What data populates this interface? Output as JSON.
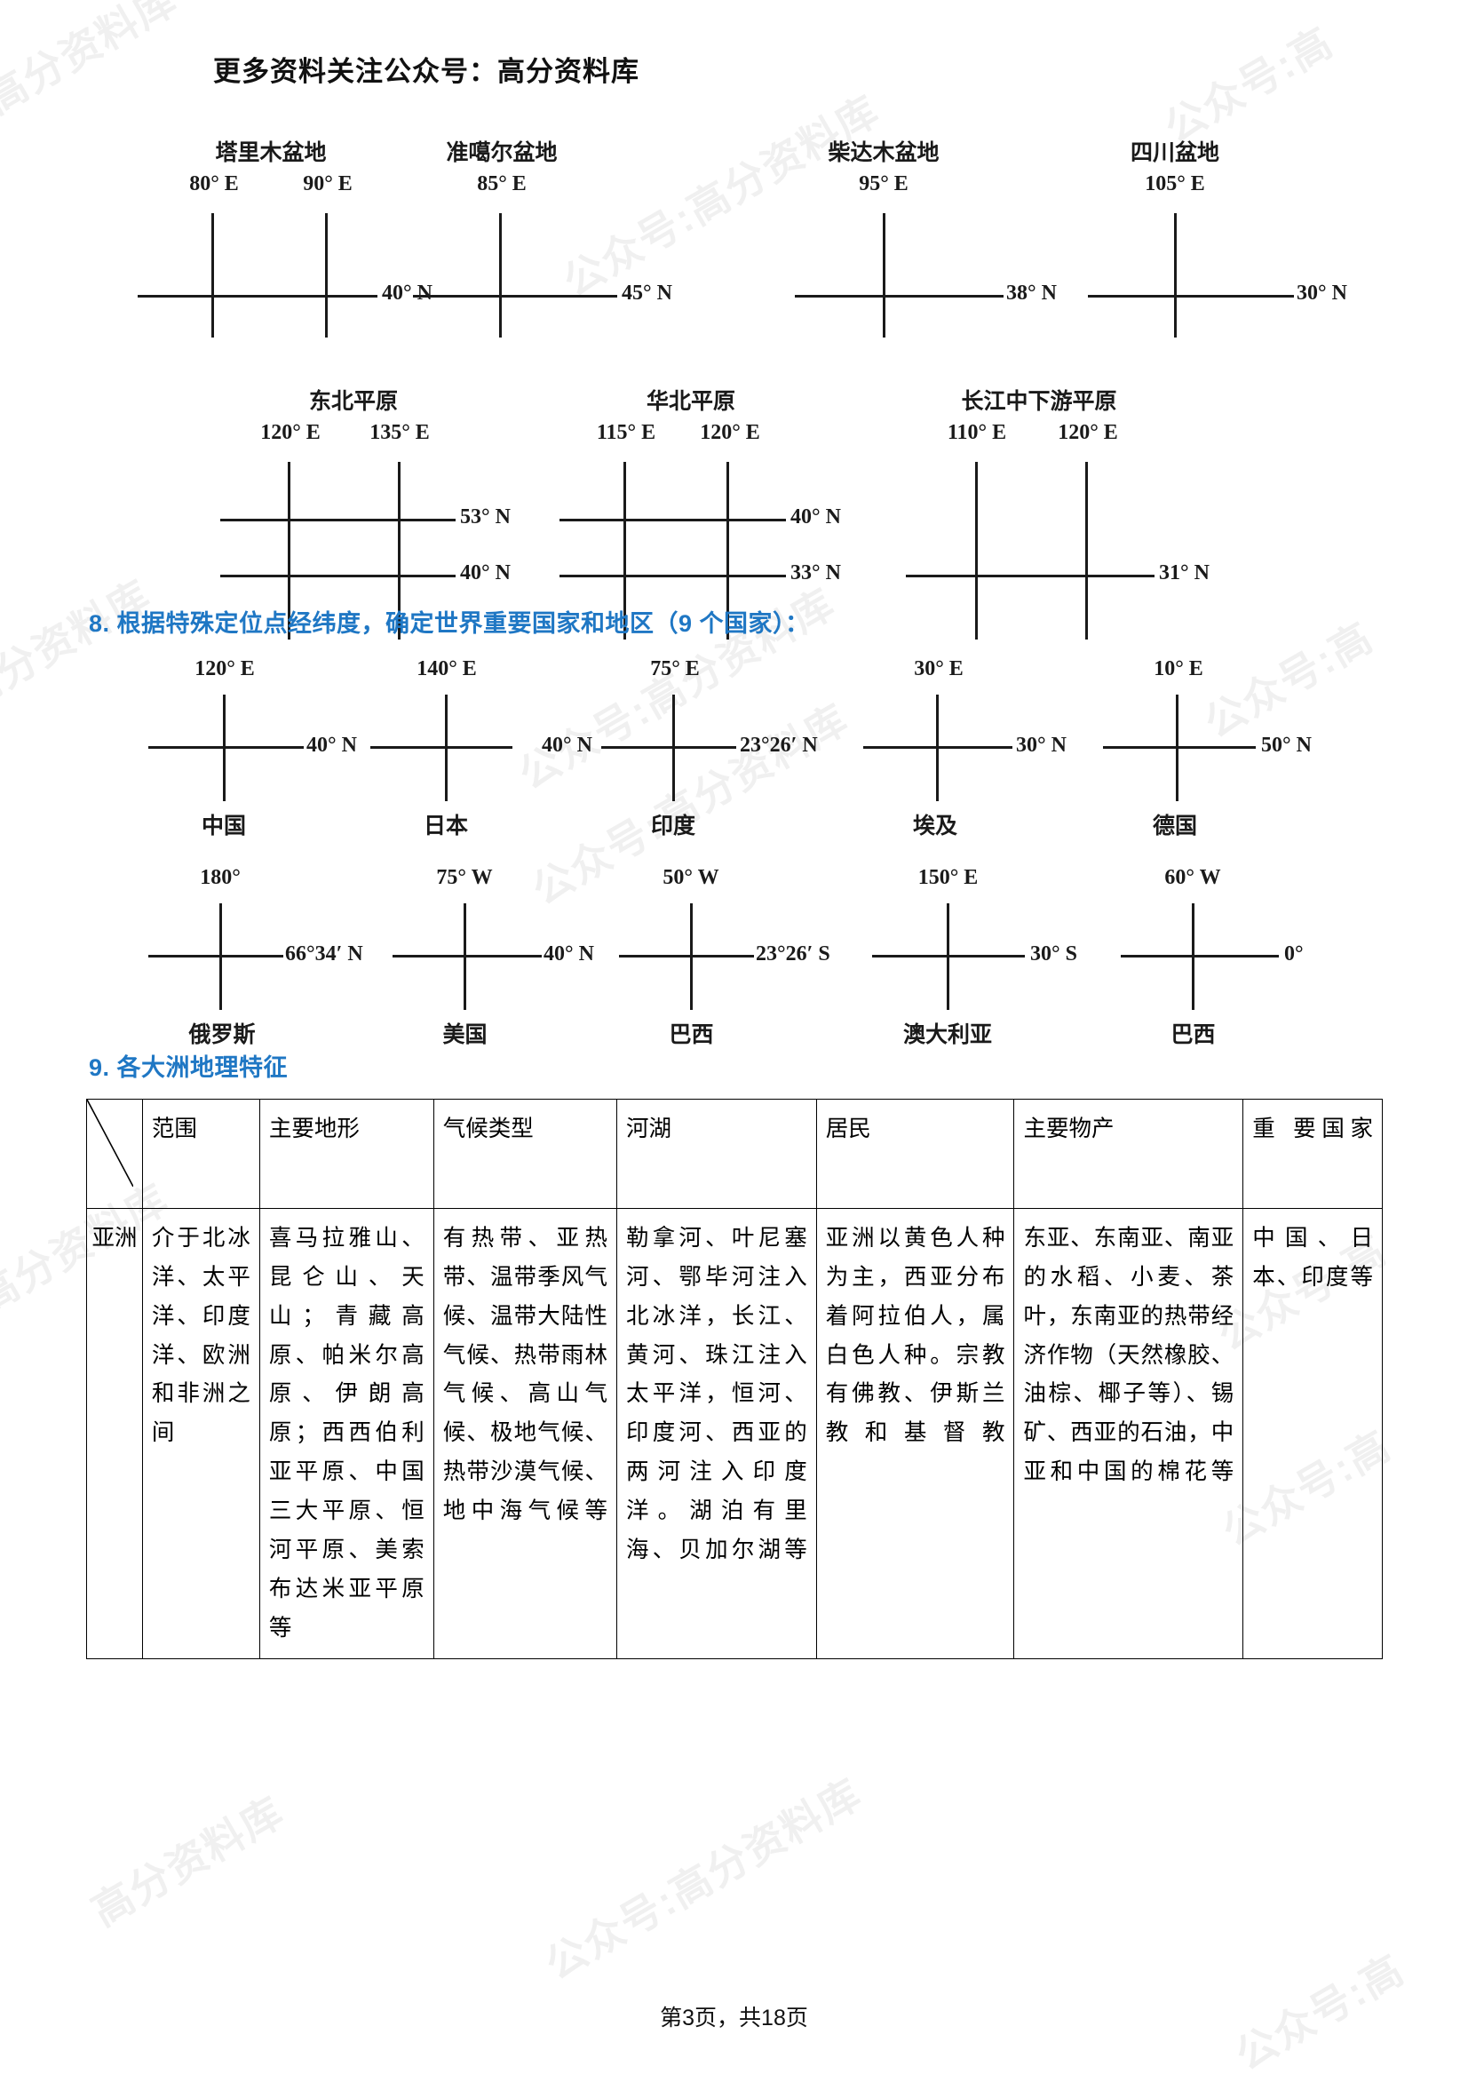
{
  "header": {
    "title": "更多资料关注公众号：高分资料库"
  },
  "watermarks": [
    "公众号:高分资料库",
    "公众号:高分资料库",
    "公众号:高分资料库",
    "公众号:高分资料库",
    "公众号:高分资料库",
    "公众号:高分资料库",
    "公众号:高",
    "公众号:高",
    "高分资料库",
    "高分资料库"
  ],
  "figure_group_1": {
    "rows": [
      [
        {
          "place": "塔里木盆地",
          "lons": [
            "80° E",
            "90° E"
          ],
          "lat": "40° N"
        },
        {
          "place": "准噶尔盆地",
          "lons": [
            "85° E"
          ],
          "lat": "45° N"
        },
        {
          "place": "柴达木盆地",
          "lons": [
            "95° E"
          ],
          "lat": "38° N"
        },
        {
          "place": "四川盆地",
          "lons": [
            "105° E"
          ],
          "lat": "30° N"
        }
      ],
      [
        {
          "place": "东北平原",
          "lons": [
            "120° E",
            "135° E"
          ],
          "lats": [
            "53° N",
            "40° N"
          ]
        },
        {
          "place": "华北平原",
          "lons": [
            "115° E",
            "120° E"
          ],
          "lats": [
            "40° N",
            "33° N"
          ]
        },
        {
          "place": "长江中下游平原",
          "lons": [
            "110° E",
            "120° E"
          ],
          "lats": [
            "31° N"
          ]
        }
      ]
    ]
  },
  "section8": {
    "heading": "8. 根据特殊定位点经纬度，确定世界重要国家和地区（9 个国家）：",
    "rows": [
      [
        {
          "lon": "120° E",
          "lat": "40° N",
          "country": "中国"
        },
        {
          "lon": "140° E",
          "lat": "40° N",
          "country": "日本"
        },
        {
          "lon": "75° E",
          "lat": "23°26′ N",
          "country": "印度"
        },
        {
          "lon": "30° E",
          "lat": "30° N",
          "country": "埃及"
        },
        {
          "lon": "10° E",
          "lat": "50° N",
          "country": "德国"
        }
      ],
      [
        {
          "lon": "180°",
          "lat": "66°34′ N",
          "country": "俄罗斯"
        },
        {
          "lon": "75° W",
          "lat": "40° N",
          "country": "美国"
        },
        {
          "lon": "50° W",
          "lat": "23°26′ S",
          "country": "巴西"
        },
        {
          "lon": "150° E",
          "lat": "30° S",
          "country": "澳大利亚"
        },
        {
          "lon": "60° W",
          "lat": "0°",
          "country": "巴西"
        }
      ]
    ]
  },
  "section9": {
    "heading": "9. 各大洲地理特征",
    "table": {
      "headers": [
        "",
        "范围",
        "主要地形",
        "气候类型",
        "河湖",
        "居民",
        "主要物产",
        "重 要国家"
      ],
      "rows": [
        {
          "name": "亚洲",
          "cells": [
            "介于北冰洋、太平洋、印度洋、欧洲和非洲之间",
            "喜马拉雅山、昆仑山、天山；青藏高原、帕米尔高原、伊朗高原；西西伯利亚平原、中国三大平原、恒河平原、美索布达米亚平原等",
            "有热带、亚热带、温带季风气候、温带大陆性气候、热带雨林气候、高山气候、极地气候、热带沙漠气候、地中海气候等",
            "勒拿河、叶尼塞河、鄂毕河注入北冰洋，长江、黄河、珠江注入太平洋，恒河、印度河、西亚的两河注入印度洋。湖泊有里海、贝加尔湖等",
            "亚洲以黄色人种为主，西亚分布着阿拉伯人，属白色人种。宗教有佛教、伊斯兰教和基督教",
            "东亚、东南亚、南亚的水稻、小麦、茶叶，东南亚的热带经济作物（天然橡胶、油棕、椰子等）、锡矿、西亚的石油，中亚和中国的棉花等",
            "中国、日本、印度等"
          ]
        }
      ]
    }
  },
  "footer": {
    "text": "第3页，共18页"
  }
}
